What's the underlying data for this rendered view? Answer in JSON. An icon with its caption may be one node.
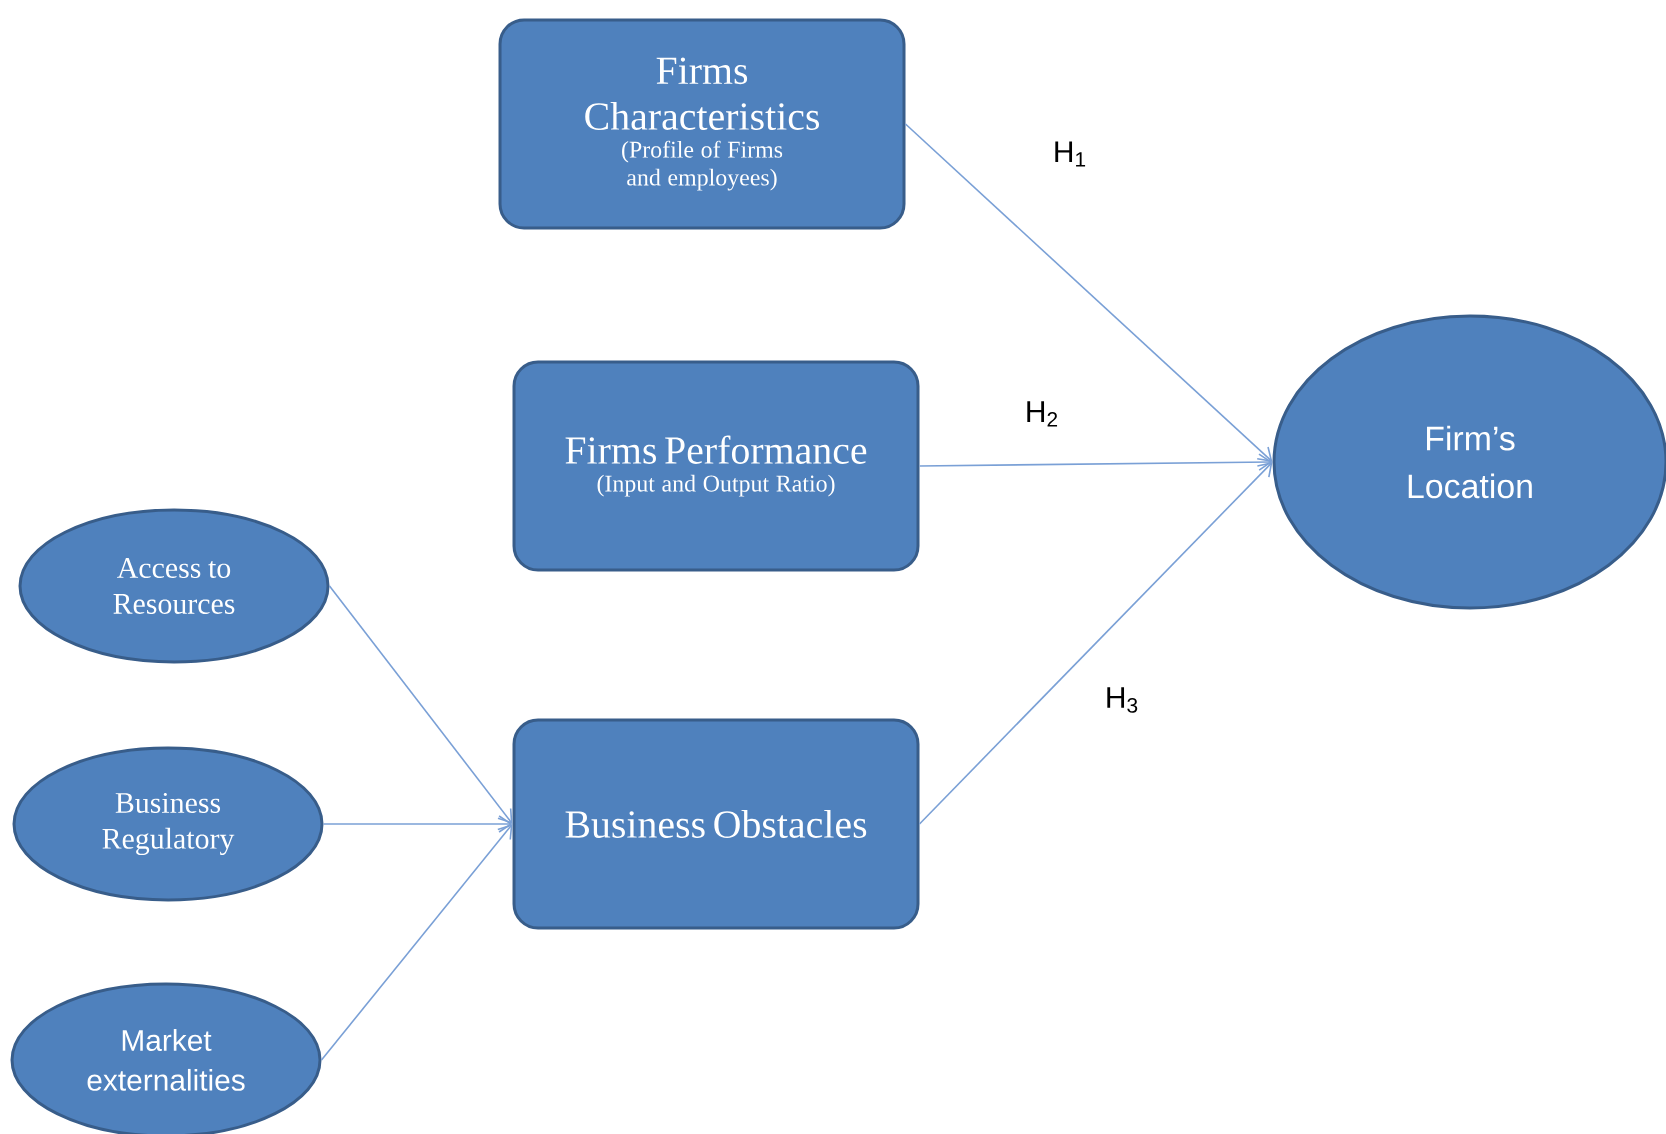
{
  "diagram": {
    "nodes": [
      {
        "text": [
          "Firms Characteristics",
          "(Profile of Firms and employees)"
        ]
      },
      {
        "text": [
          "Firms Performance",
          "(Input and Output Ratio)"
        ]
      },
      {
        "text": [
          "Firm’s Location"
        ]
      },
      {
        "text": [
          "Access to Resources"
        ]
      },
      {
        "text": [
          "Business Regulatory"
        ]
      },
      {
        "text": [
          "Market externalities"
        ]
      },
      {
        "text": [
          "Business Obstacles"
        ]
      }
    ],
    "edges": [
      {
        "from": 0,
        "to": 2,
        "arrow": "to",
        "label": "H$_{1}$"
      },
      {
        "from": 1,
        "to": 2,
        "arrow": "to",
        "label": "H$_{2}$"
      },
      {
        "from": 6,
        "to": 2,
        "arrow": "to",
        "label": "H$_{3}$"
      },
      {
        "from": 3,
        "to": 6,
        "arrow": "to"
      },
      {
        "from": 4,
        "to": 6,
        "arrow": "to"
      },
      {
        "from": 5,
        "to": 6,
        "arrow": "to"
      }
    ]
  }
}
